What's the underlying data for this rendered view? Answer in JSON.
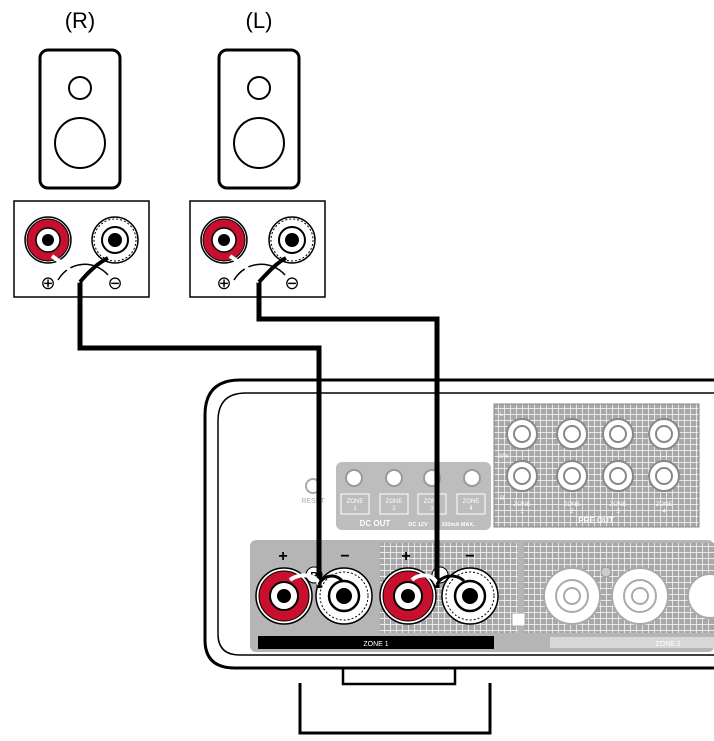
{
  "speakers": {
    "right_label": "(R)",
    "left_label": "(L)",
    "plus_symbol": "⊕",
    "minus_symbol": "⊖"
  },
  "receiver": {
    "reset_label": "RESET",
    "zone_buttons": [
      {
        "line1": "ZONE",
        "line2": "1"
      },
      {
        "line1": "ZONE",
        "line2": "2"
      },
      {
        "line1": "ZONE",
        "line2": "3"
      },
      {
        "line1": "ZONE",
        "line2": "4"
      }
    ],
    "dc_out_label": "DC OUT",
    "dc_spec_label": "DC 12V",
    "dc_spec_label2": "150mA MAX.",
    "pre_out_label": "PRE OUT",
    "pre_out_zone_labels": [
      {
        "line1": "ZONE",
        "line2": "1"
      },
      {
        "line1": "ZONE",
        "line2": "2"
      },
      {
        "line1": "ZONE",
        "line2": "3"
      },
      {
        "line1": "ZONE",
        "line2": "4"
      }
    ],
    "pre_out_sw_label": "SW",
    "pre_out_l_label": "L",
    "pre_out_r_label": "R",
    "terminal_plus": "+",
    "terminal_minus": "−",
    "terminal_r_badge": "R",
    "terminal_l_badge": "L",
    "zone1_label": "ZONE 1",
    "zone2_label": "ZONE 2"
  },
  "colors": {
    "red_terminal": "#c8102e",
    "panel_gray": "#b8b8b8",
    "dark_panel": "#9a9a9a",
    "cable": "#000000"
  }
}
